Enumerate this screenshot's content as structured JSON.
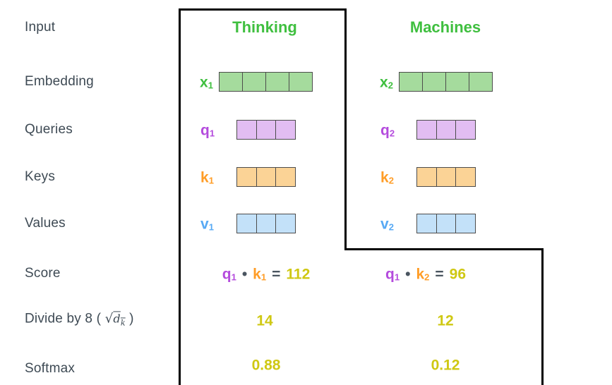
{
  "row_labels": {
    "input": "Input",
    "embedding": "Embedding",
    "queries": "Queries",
    "keys": "Keys",
    "values": "Values",
    "score": "Score",
    "divide_prefix": "Divide by 8 ( ",
    "divide_sqrt": "√",
    "divide_d": "d",
    "divide_sub": "k",
    "divide_suffix": " )",
    "softmax": "Softmax"
  },
  "colors": {
    "label_slate": "#3e4a54",
    "green_text": "#3fbf3f",
    "green_fill": "#a5db9d",
    "purple_text": "#b44bdd",
    "purple_fill": "#e2bdf2",
    "orange_text": "#ff9d27",
    "orange_fill": "#fbd396",
    "blue_text": "#57a9f4",
    "blue_fill": "#c3e1f9",
    "score_yellow": "#cfc813",
    "cell_border": "#4c4c4c",
    "outline_black": "#000000"
  },
  "columns": [
    {
      "token": "Thinking",
      "embedding": {
        "base": "x",
        "sub": "1",
        "cells": 4
      },
      "query": {
        "base": "q",
        "sub": "1",
        "cells": 3
      },
      "key": {
        "base": "k",
        "sub": "1",
        "cells": 3
      },
      "value": {
        "base": "v",
        "sub": "1",
        "cells": 3
      },
      "score": {
        "q_base": "q",
        "q_sub": "1",
        "dot": "•",
        "k_base": "k",
        "k_sub": "1",
        "equals": "=",
        "result": "112"
      },
      "divided": "14",
      "softmax": "0.88"
    },
    {
      "token": "Machines",
      "embedding": {
        "base": "x",
        "sub": "2",
        "cells": 4
      },
      "query": {
        "base": "q",
        "sub": "2",
        "cells": 3
      },
      "key": {
        "base": "k",
        "sub": "2",
        "cells": 3
      },
      "value": {
        "base": "v",
        "sub": "2",
        "cells": 3
      },
      "score": {
        "q_base": "q",
        "q_sub": "1",
        "dot": "•",
        "k_base": "k",
        "k_sub": "2",
        "equals": "=",
        "result": "96"
      },
      "divided": "12",
      "softmax": "0.12"
    }
  ]
}
